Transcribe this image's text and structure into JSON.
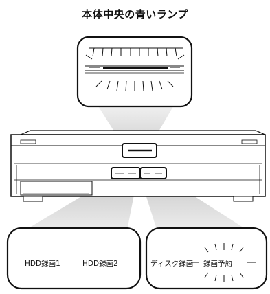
{
  "title": "本体中央の青いランプ",
  "labels": {
    "hdd1": "HDD録画1",
    "hdd2": "HDD録画2",
    "disc": "ディスク録画",
    "reservation": "録画予約"
  },
  "colors": {
    "line": "#111111",
    "beam": "#cfcfcf",
    "body_fill": "#ffffff",
    "shade": "#e4e4e4"
  }
}
